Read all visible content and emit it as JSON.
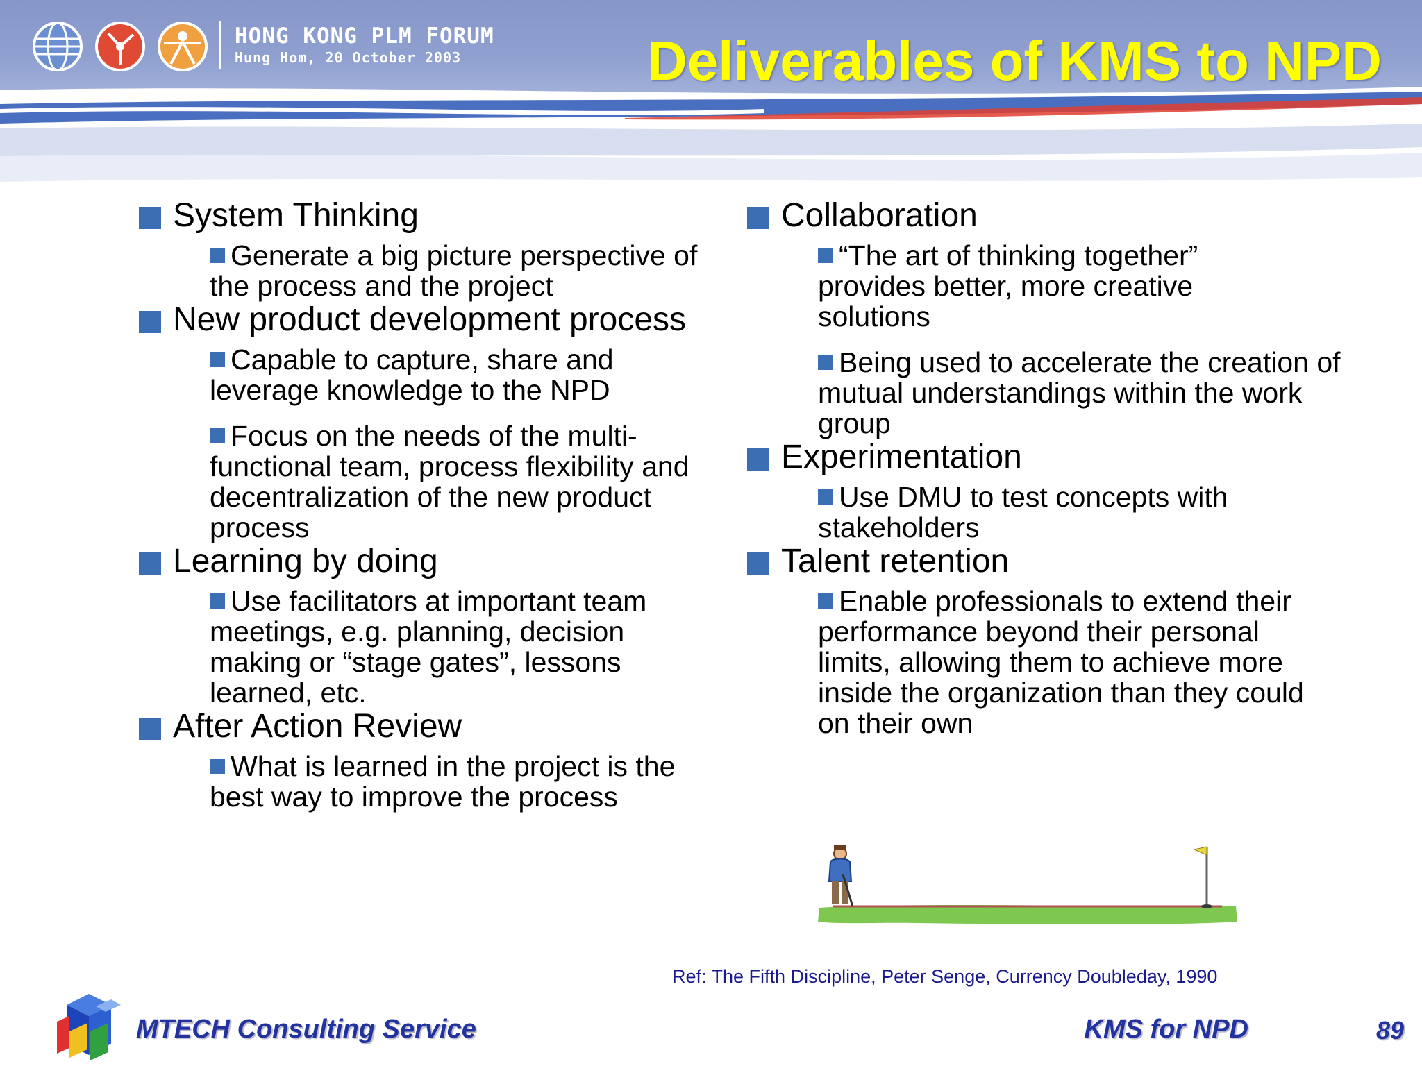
{
  "header": {
    "forum_name": "HONG KONG PLM FORUM",
    "forum_date": "Hung Hom, 20 October 2003",
    "title": "Deliverables of KMS to NPD"
  },
  "left_column": [
    {
      "heading": "System Thinking",
      "points": [
        "Generate a big picture perspective of the process and the project"
      ]
    },
    {
      "heading": "New product development process",
      "points": [
        "Capable to capture, share and leverage knowledge to the NPD",
        "Focus on the needs of the multi-functional team, process flexibility and decentralization of the new product process"
      ]
    },
    {
      "heading": "Learning by doing",
      "points": [
        "Use facilitators at important team meetings, e.g. planning, decision making or “stage gates”, lessons learned, etc."
      ]
    },
    {
      "heading": "After Action Review",
      "points": [
        "What is learned in the project is the best way to improve the process"
      ]
    }
  ],
  "right_column": [
    {
      "heading": "Collaboration",
      "points": [
        "“The art of thinking together” provides better, more creative solutions",
        "Being used to accelerate the creation of mutual understandings within the work group"
      ]
    },
    {
      "heading": "Experimentation",
      "points": [
        "Use DMU to test concepts with stakeholders"
      ]
    },
    {
      "heading": "Talent retention",
      "points": [
        "Enable professionals to extend their performance beyond their personal limits, allowing them to achieve more inside the organization than they could on their own"
      ]
    }
  ],
  "reference": "Ref: The Fifth Discipline, Peter Senge, Currency Doubleday, 1990",
  "footer": {
    "company": "MTECH Consulting Service",
    "topic": "KMS for NPD",
    "page_number": "89"
  },
  "colors": {
    "bullet": "#3c6eb4",
    "title": "#ffff00",
    "footer_text": "#2233a0"
  }
}
